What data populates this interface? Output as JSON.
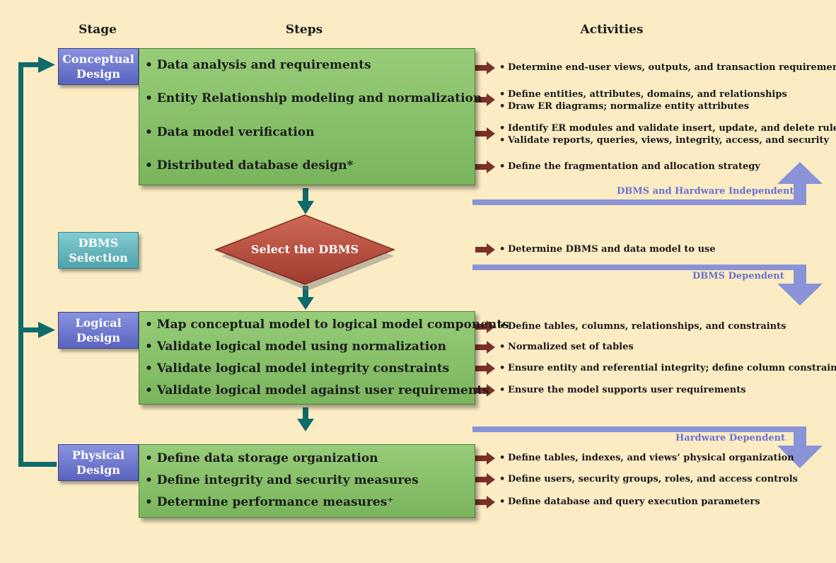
{
  "headers": {
    "stage": "Stage",
    "steps": "Steps",
    "activities": "Activities"
  },
  "stages": {
    "conceptual": "Conceptual Design",
    "dbms": "DBMS Selection",
    "logical": "Logical Design",
    "physical": "Physical Design"
  },
  "conceptual_steps": [
    "• Data analysis and requirements",
    "• Entity Relationship modeling and normalization",
    "• Data model verification",
    "• Distributed database design*"
  ],
  "dbms_step": "Select the DBMS",
  "logical_steps": [
    "• Map conceptual model to logical model components",
    "• Validate logical model using normalization",
    "• Validate logical model integrity constraints",
    "• Validate logical model against user requirements"
  ],
  "physical_steps": [
    "• Define data storage organization",
    "• Define integrity and security measures",
    "• Determine performance measures⁺"
  ],
  "activities": {
    "c1": [
      "Determine end-user views, outputs, and transaction requirements"
    ],
    "c2": [
      "Define entities, attributes, domains, and relationships",
      "Draw ER diagrams; normalize entity attributes"
    ],
    "c3": [
      "Identify ER modules and validate insert, update, and delete rules",
      "Validate reports, queries, views, integrity, access, and security"
    ],
    "c4": [
      "Define the fragmentation and allocation strategy"
    ],
    "d1": [
      "Determine DBMS and data model to use"
    ],
    "l1": [
      "Define tables, columns, relationships, and constraints"
    ],
    "l2": [
      "Normalized set of tables"
    ],
    "l3": [
      "Ensure entity and referential integrity; define column constraints"
    ],
    "l4": [
      "Ensure the model supports user requirements"
    ],
    "p1": [
      "Define tables, indexes, and views’ physical organization"
    ],
    "p2": [
      "Define users, security groups, roles, and access controls"
    ],
    "p3": [
      "Define database and query execution parameters"
    ]
  },
  "bands": {
    "independent": "DBMS and Hardware Independent",
    "dbms_dependent": "DBMS Dependent",
    "hardware_dependent": "Hardware Dependent"
  },
  "bullet": "•",
  "colors": {
    "background": "#fbecc4",
    "stage_blue": "#6d76cf",
    "stage_teal": "#5fb0b8",
    "steps_green": "#85bf68",
    "diamond_red": "#b4483a",
    "connector_teal": "#0f6a6a",
    "arrow_brown": "#7a3028",
    "band_blue": "#8a93d8"
  }
}
